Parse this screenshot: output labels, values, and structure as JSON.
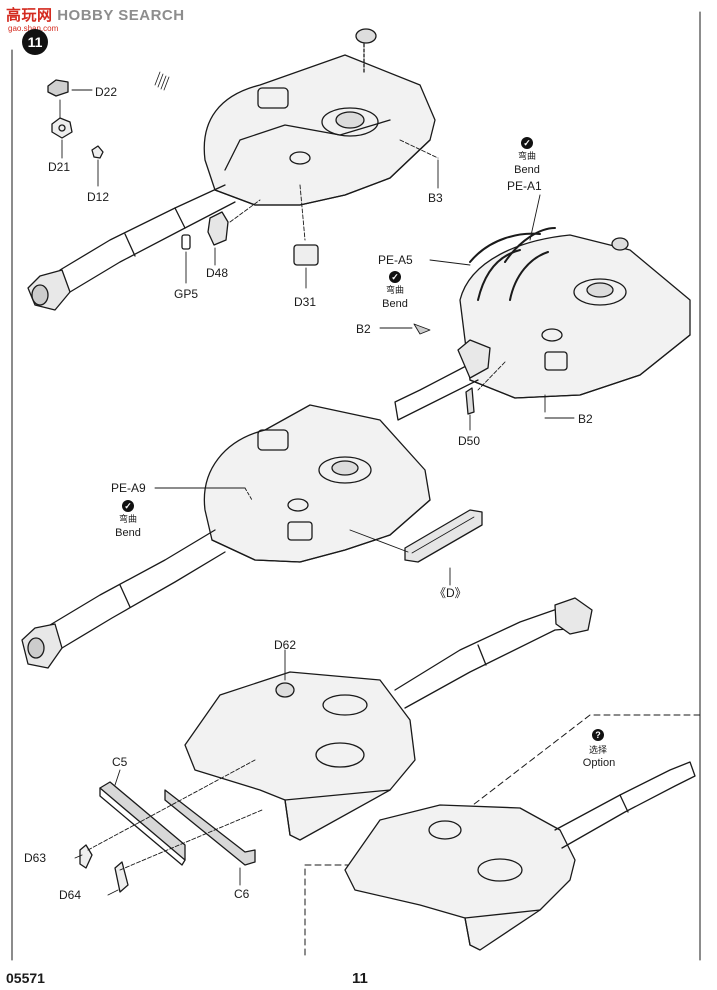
{
  "watermark": {
    "cn": "高玩网",
    "en": "HOBBY SEARCH",
    "url": "gao.shan.com"
  },
  "step_number": "11",
  "part_number": "05571",
  "page_number": "11",
  "bend_cn": "弯曲",
  "bend_en": "Bend",
  "option_cn": "选择",
  "option_en": "Option",
  "parts": {
    "d22": "D22",
    "d21": "D21",
    "d12": "D12",
    "b3": "B3",
    "d48": "D48",
    "gp5": "GP5",
    "d31": "D31",
    "pe_a1": "PE-A1",
    "pe_a5": "PE-A5",
    "b2": "B2",
    "d50": "D50",
    "pe_a9": "PE-A9",
    "d_group": "《D》",
    "d62": "D62",
    "c5": "C5",
    "d63": "D63",
    "d64": "D64",
    "c6": "C6"
  }
}
